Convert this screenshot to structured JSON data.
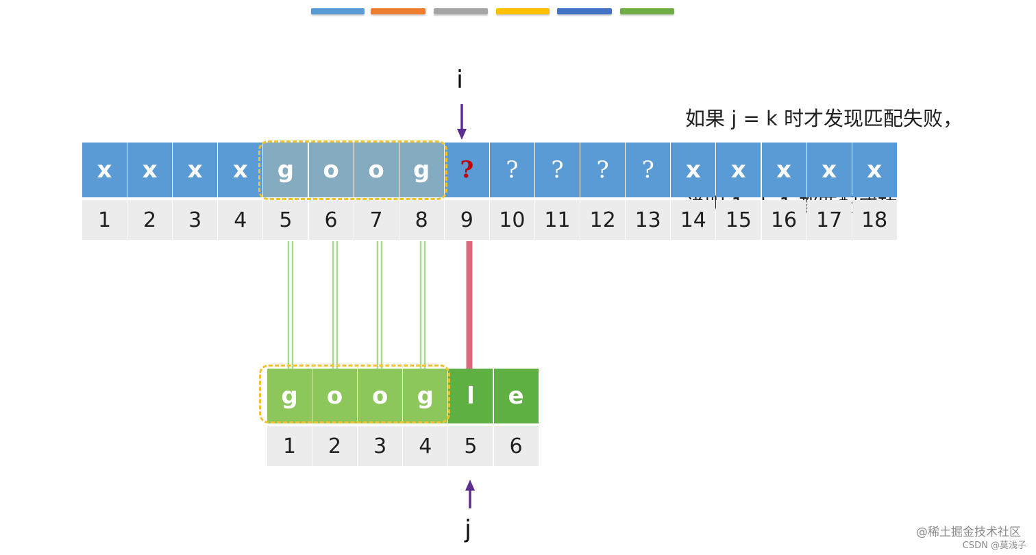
{
  "legend_colors": [
    "#5b9bd5",
    "#ed7d31",
    "#a5a5a5",
    "#ffc000",
    "#4472c4",
    "#70ad47"
  ],
  "note": {
    "line1": "如果 j = k 时才发现匹配失败，",
    "line2": "说明 1~k-1 都匹配成功"
  },
  "pointer_i": {
    "label": "i"
  },
  "pointer_j": {
    "label": "j"
  },
  "main_string": {
    "chars": [
      "x",
      "x",
      "x",
      "x",
      "g",
      "o",
      "o",
      "g",
      "?",
      "?",
      "?",
      "?",
      "?",
      "x",
      "x",
      "x",
      "x",
      "x"
    ],
    "indices": [
      "1",
      "2",
      "3",
      "4",
      "5",
      "6",
      "7",
      "8",
      "9",
      "10",
      "11",
      "12",
      "13",
      "14",
      "15",
      "16",
      "17",
      "18"
    ]
  },
  "pattern": {
    "chars": [
      "g",
      "o",
      "o",
      "g",
      "l",
      "e"
    ],
    "indices": [
      "1",
      "2",
      "3",
      "4",
      "5",
      "6"
    ]
  },
  "colors": {
    "main_cell": "#5b9bd5",
    "main_match_cell": "#85abc1",
    "mismatch_mark": "#c00000",
    "pattern_cell": "#8dc65a",
    "pattern_cell_dark": "#5fb043",
    "index_bg": "#ececec",
    "dash": "#f2c12e",
    "arrow": "#5b2d90",
    "match_line": "#a9d98a",
    "mismatch_line": "#d9697c"
  },
  "watermark": {
    "line1": "@稀土掘金技术社区",
    "line2": "CSDN @莫浅子"
  }
}
